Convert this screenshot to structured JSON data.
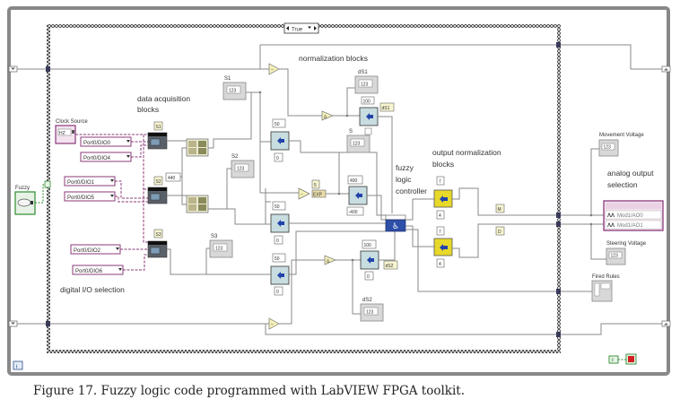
{
  "case_structure": {
    "selector_value": "True"
  },
  "annotations": {
    "data_acquisition_1": "data acquisition",
    "data_acquisition_2": "blocks",
    "normalization": "normalization blocks",
    "digital_io": "digital I/O selection",
    "fuzzy_1": "fuzzy",
    "fuzzy_2": "logic",
    "fuzzy_3": "controller",
    "output_norm_1": "output normalization",
    "output_norm_2": "blocks",
    "analog_1": "analog output",
    "analog_2": "selection"
  },
  "controls": {
    "clock_source": {
      "label": "Clock Source",
      "value": "HZ"
    },
    "fuzzy": {
      "label": "Fuzzy"
    },
    "dio_channels": [
      "Port0/DIO0",
      "Port0/DIO4",
      "Port0/DIO1",
      "Port0/DIO5",
      "Port0/DIO2",
      "Port0/DIO6"
    ],
    "analog_channels": [
      "Mod1/AO0",
      "Mod1/AO1"
    ]
  },
  "constants": {
    "c440": "440",
    "norm1_max": "50",
    "norm1_min": "0",
    "norm2_max": "50",
    "norm2_min": "0",
    "norm3_max": "50",
    "norm3_min": "0",
    "ds1_max": "100",
    "ds_exp": "5",
    "exp_label": "EXP",
    "ds_range_max": "400",
    "ds_range_min": "-400",
    "ds2_max": "100",
    "ds2_min": "0",
    "out1_max": "7",
    "out1_min": "4",
    "out2_max": "7",
    "out2_min": "4",
    "stop_const": "F"
  },
  "indicators": {
    "s1": "S1",
    "s2": "S2",
    "s3": "S3",
    "ds1": "dS1",
    "ds2": "dS2",
    "s": "S",
    "ds1_tag": "dS1",
    "ds2_tag": "dS2",
    "period_s1": "S1",
    "period_s2": "S2",
    "period_s3": "S3",
    "m": "M",
    "d": "D",
    "movement_voltage": "Movement Voltage",
    "steering_voltage": "Steering Voltage",
    "fired_rules": "Fired Rules",
    "numeric_display": "123"
  },
  "figure_caption": "Figure 17. Fuzzy logic code programmed with LabVIEW FPGA toolkit."
}
